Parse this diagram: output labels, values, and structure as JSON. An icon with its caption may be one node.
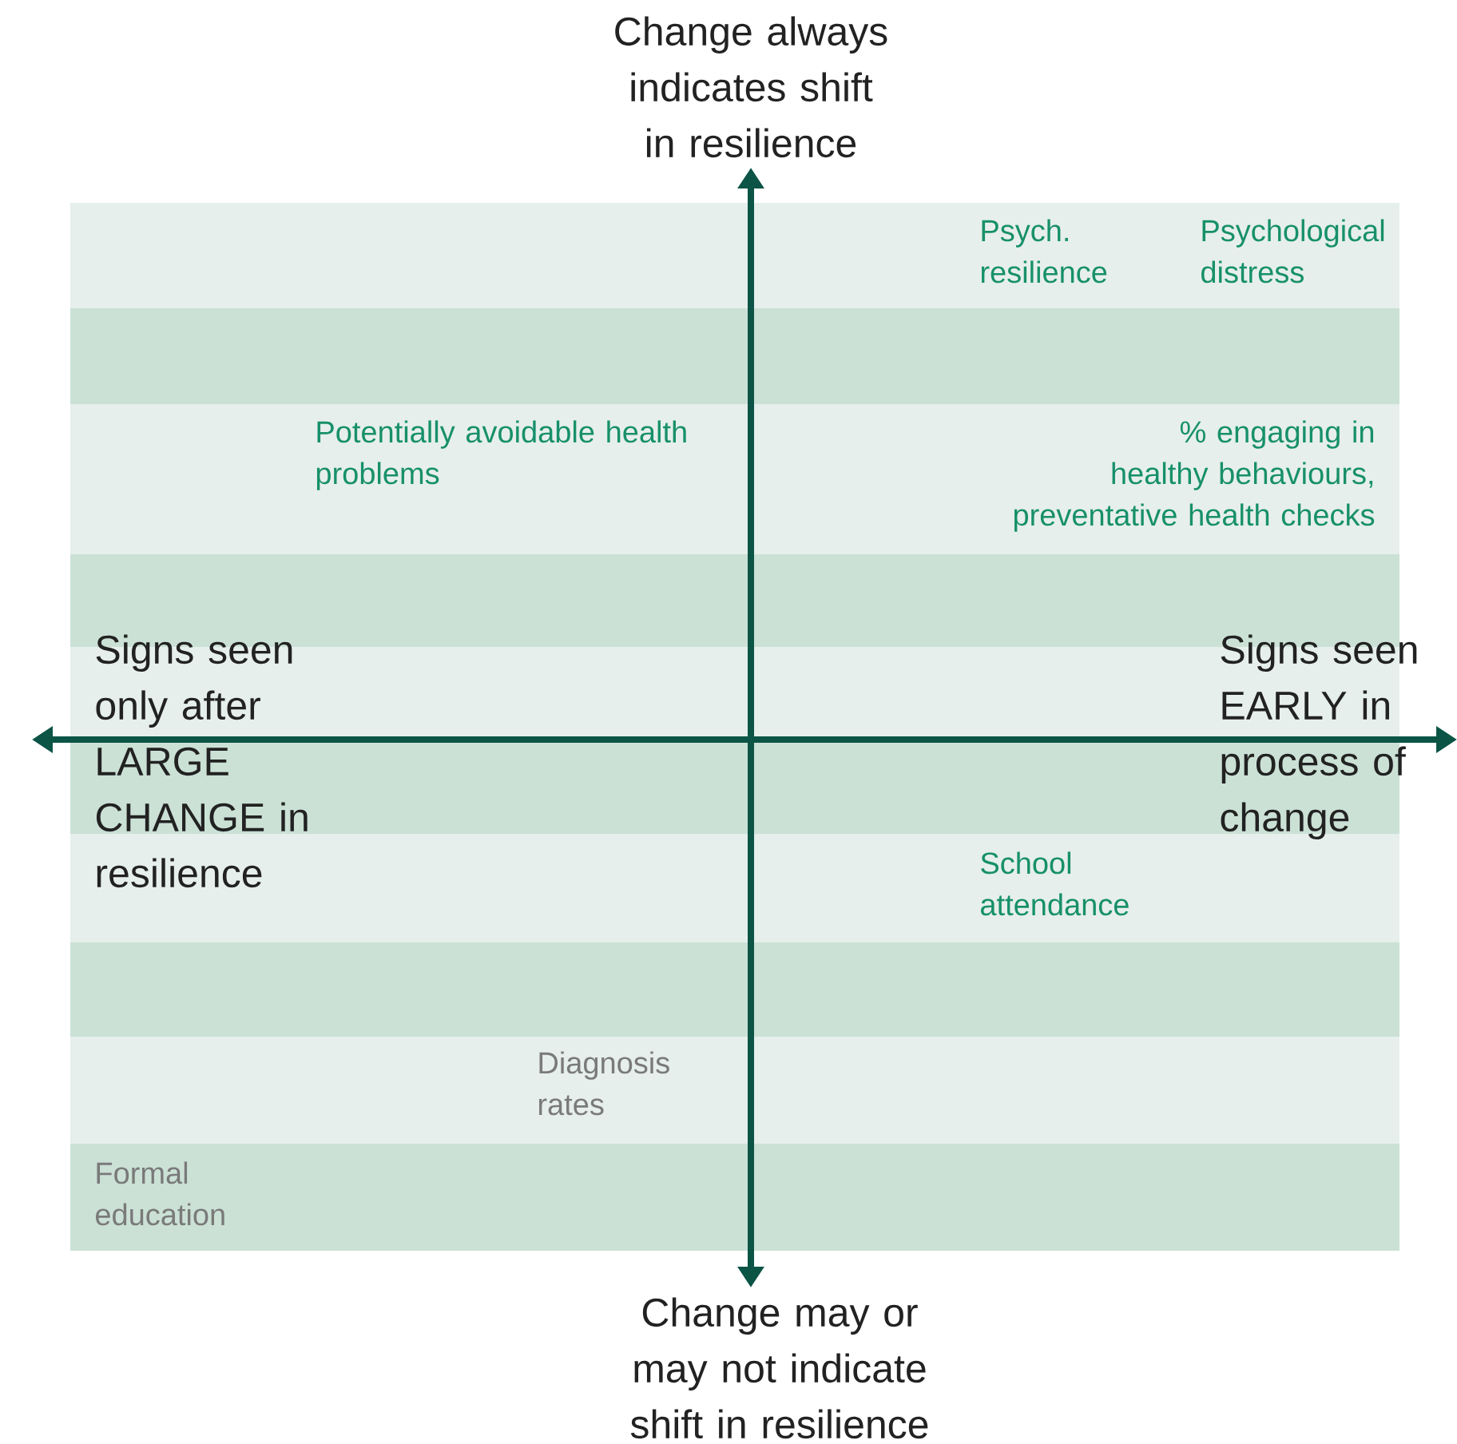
{
  "diagram": {
    "labels": [
      "Change always indicates shift in resilience",
      "Psych. resilience",
      "Psychological distress",
      "Potentially avoidable health problems",
      "% engaging in healthy behaviours, preventative health checks",
      "Signs seen only after LARGE CHANGE in resilience",
      "Signs seen EARLY in process of change",
      "School attendance",
      "Diagnosis rates",
      "Formal education",
      "Change may or may not indicate shift in resilience"
    ]
  }
}
